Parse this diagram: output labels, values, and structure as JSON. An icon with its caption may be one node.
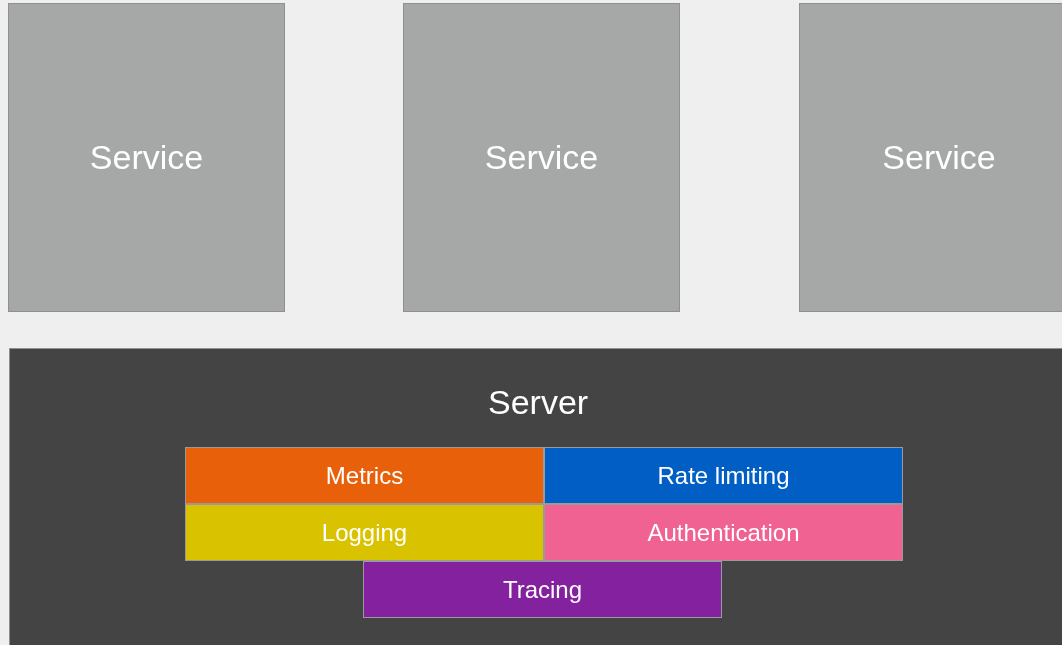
{
  "diagram": {
    "nodes": [
      {
        "text": [
          "Service"
        ]
      },
      {
        "text": [
          "Service"
        ]
      },
      {
        "text": [
          "Service"
        ]
      },
      {
        "text": [
          "Server"
        ]
      },
      {
        "text": [
          "Metrics"
        ],
        "in": 3
      },
      {
        "text": [
          "Rate limiting"
        ],
        "in": 3
      },
      {
        "text": [
          "Logging"
        ],
        "in": 3
      },
      {
        "text": [
          "Authentication"
        ],
        "in": 3
      },
      {
        "text": [
          "Tracing"
        ],
        "in": 3
      }
    ]
  }
}
